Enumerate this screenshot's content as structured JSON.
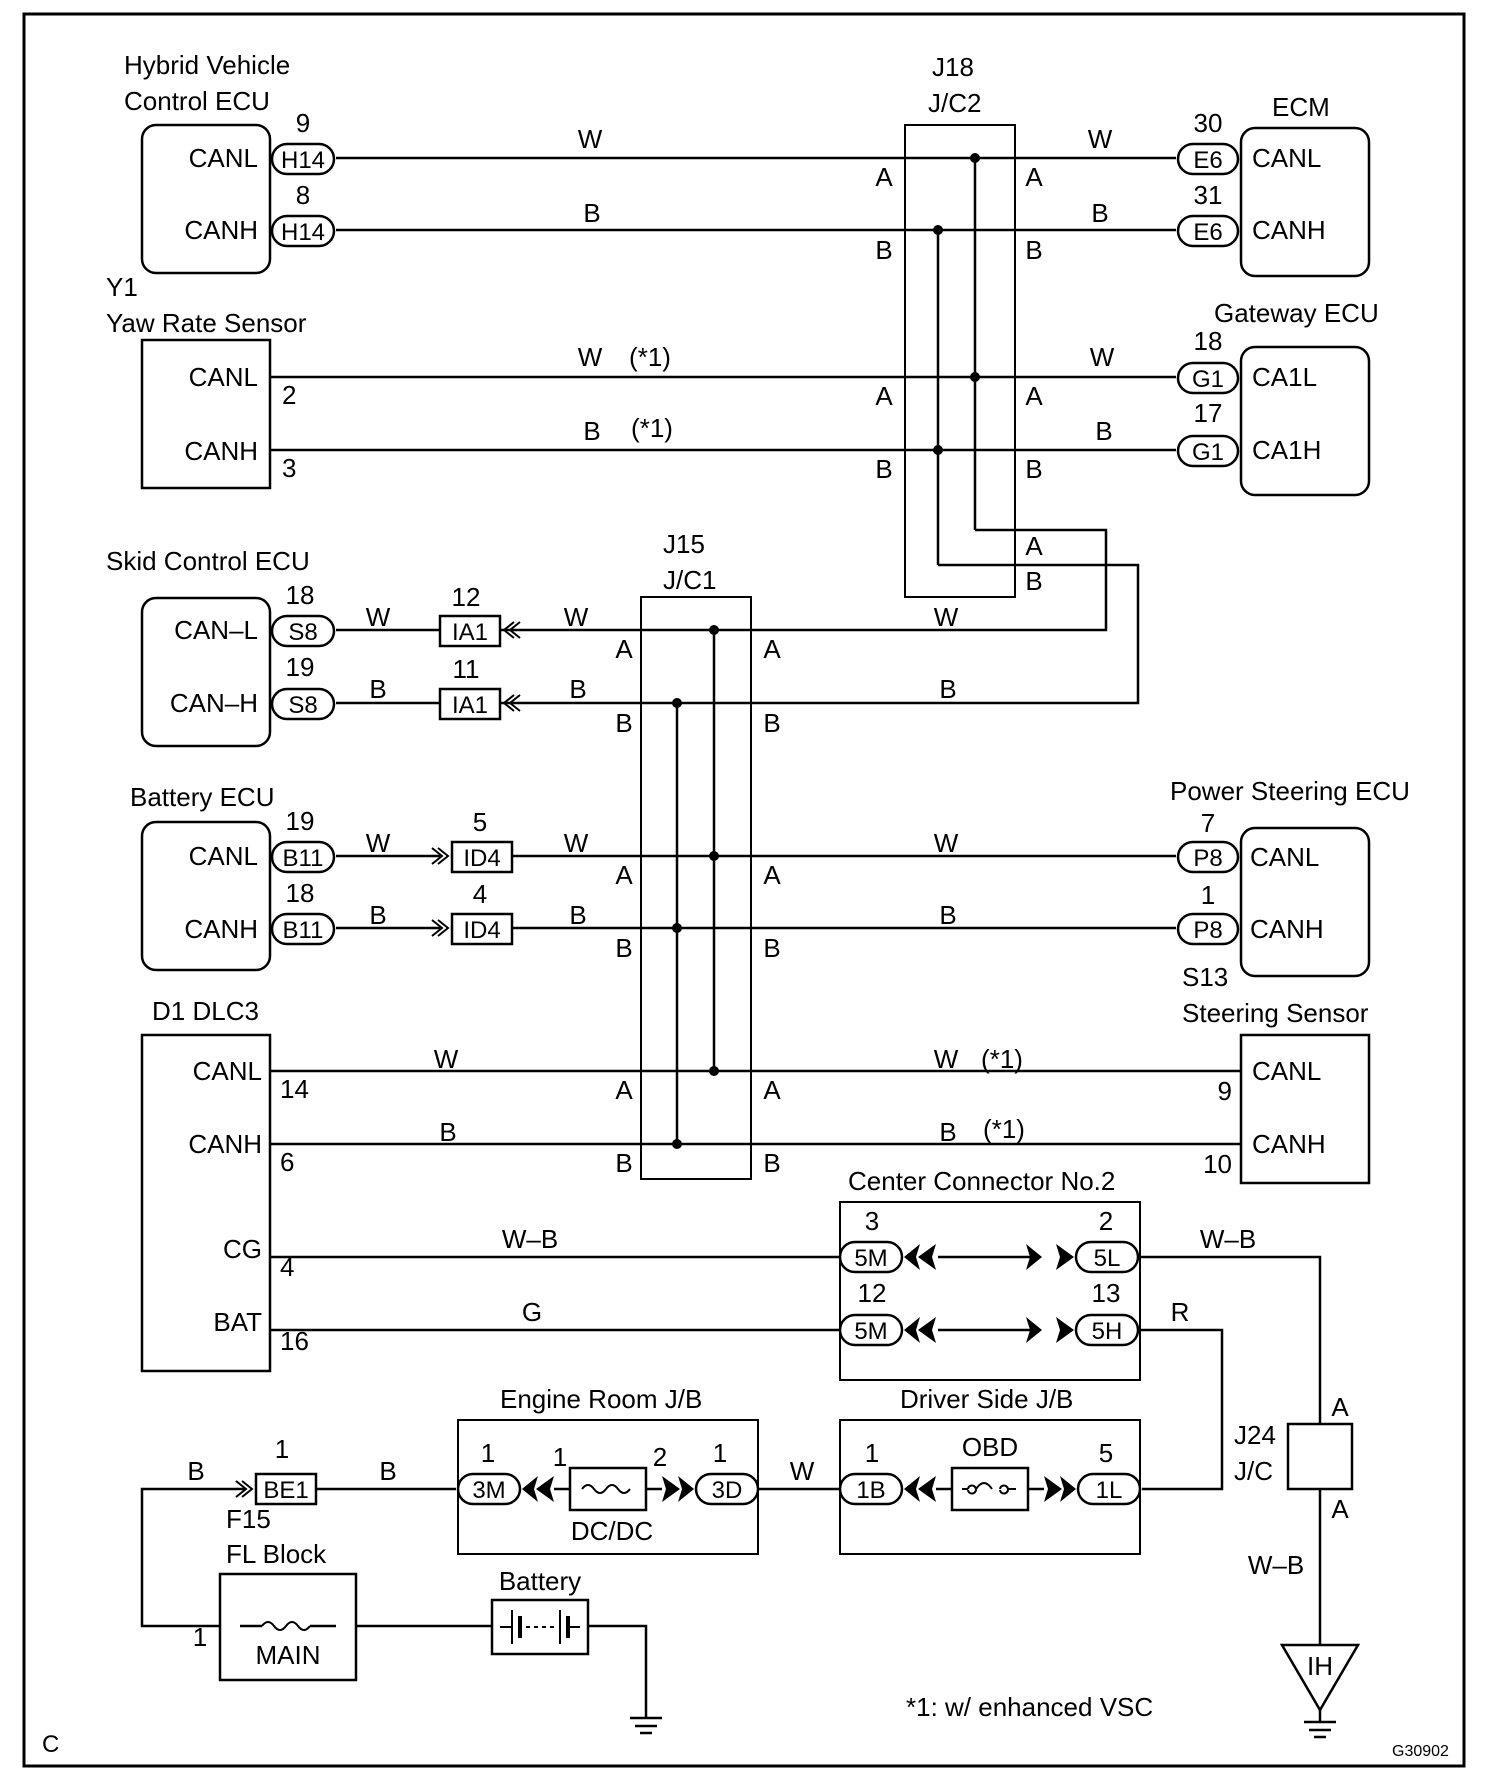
{
  "ecus": {
    "hv": {
      "title1": "Hybrid Vehicle",
      "title2": "Control ECU",
      "pin1": "CANL",
      "pin2": "CANH",
      "conn1": "H14",
      "conn2": "H14",
      "num1": "9",
      "num2": "8"
    },
    "ecm": {
      "title": "ECM",
      "pin1": "CANL",
      "pin2": "CANH",
      "conn1": "E6",
      "conn2": "E6",
      "num1": "30",
      "num2": "31"
    },
    "yaw": {
      "id": "Y1",
      "title": "Yaw Rate Sensor",
      "pin1": "CANL",
      "pin2": "CANH",
      "num1": "2",
      "num2": "3"
    },
    "gateway": {
      "title": "Gateway ECU",
      "pin1": "CA1L",
      "pin2": "CA1H",
      "conn1": "G1",
      "conn2": "G1",
      "num1": "18",
      "num2": "17"
    },
    "skid": {
      "title": "Skid Control ECU",
      "pin1": "CAN–L",
      "pin2": "CAN–H",
      "conn1": "S8",
      "conn2": "S8",
      "num1": "18",
      "num2": "19"
    },
    "battery_ecu": {
      "title": "Battery ECU",
      "pin1": "CANL",
      "pin2": "CANH",
      "conn1": "B11",
      "conn2": "B11",
      "num1": "19",
      "num2": "18"
    },
    "ps": {
      "title": "Power Steering ECU",
      "pin1": "CANL",
      "pin2": "CANH",
      "conn1": "P8",
      "conn2": "P8",
      "num1": "7",
      "num2": "1"
    },
    "dlc": {
      "title": "D1 DLC3",
      "pin1": "CANL",
      "pin2": "CANH",
      "pin3": "CG",
      "pin4": "BAT",
      "num1": "14",
      "num2": "6",
      "num3": "4",
      "num4": "16"
    },
    "steer": {
      "id": "S13",
      "title": "Steering Sensor",
      "pin1": "CANL",
      "pin2": "CANH",
      "num1": "9",
      "num2": "10"
    }
  },
  "junctions": {
    "j18": {
      "id": "J18",
      "name": "J/C2"
    },
    "j15": {
      "id": "J15",
      "name": "J/C1"
    },
    "j24": {
      "id": "J24",
      "name": "J/C"
    },
    "pinA": "A",
    "pinB": "B"
  },
  "inline": {
    "ia1": "IA1",
    "ia1_n1": "12",
    "ia1_n2": "11",
    "id4": "ID4",
    "id4_n1": "5",
    "id4_n2": "4"
  },
  "wires": {
    "w": "W",
    "b": "B",
    "wb": "W–B",
    "g": "G",
    "r": "R",
    "star": "(*1)"
  },
  "center": {
    "title": "Center Connector No.2",
    "c1": "5M",
    "c2": "5L",
    "c3": "5M",
    "c4": "5H",
    "n1": "3",
    "n2": "2",
    "n3": "12",
    "n4": "13"
  },
  "engine_jb": {
    "title": "Engine Room J/B",
    "c1": "3M",
    "c2": "3D",
    "n1": "1",
    "n2": "1",
    "n3": "2",
    "n4": "1",
    "fuse": "DC/DC"
  },
  "driver_jb": {
    "title": "Driver Side J/B",
    "c1": "1B",
    "c2": "1L",
    "n1": "1",
    "n2": "5",
    "fuse": "OBD"
  },
  "power": {
    "be1": "BE1",
    "be1_n": "1",
    "f15": "F15",
    "fl": "FL Block",
    "fl_n": "1",
    "main": "MAIN",
    "battery": "Battery",
    "ground": "IH"
  },
  "notes": {
    "footnote": "*1: w/ enhanced VSC",
    "corner": "C",
    "code": "G30902"
  }
}
